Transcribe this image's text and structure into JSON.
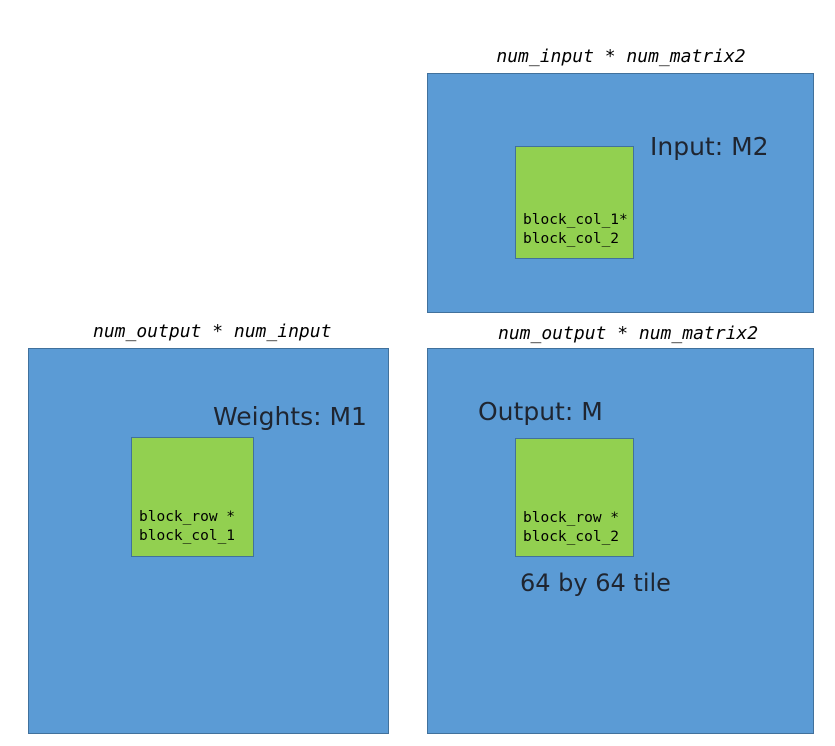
{
  "input_matrix": {
    "dimension_label": "num_input * num_matrix2",
    "title": "Input: M2",
    "tile_line1": "block_col_1*",
    "tile_line2": "block_col_2"
  },
  "weights_matrix": {
    "dimension_label": "num_output * num_input",
    "title": "Weights: M1",
    "tile_line1": "block_row *",
    "tile_line2": "block_col_1"
  },
  "output_matrix": {
    "dimension_label": "num_output * num_matrix2",
    "title": "Output: M",
    "tile_line1": "block_row *",
    "tile_line2": "block_col_2",
    "note": "64 by 64 tile"
  },
  "colors": {
    "matrix_fill": "#5b9bd5",
    "matrix_border": "#41719c",
    "tile_fill": "#92d050"
  }
}
